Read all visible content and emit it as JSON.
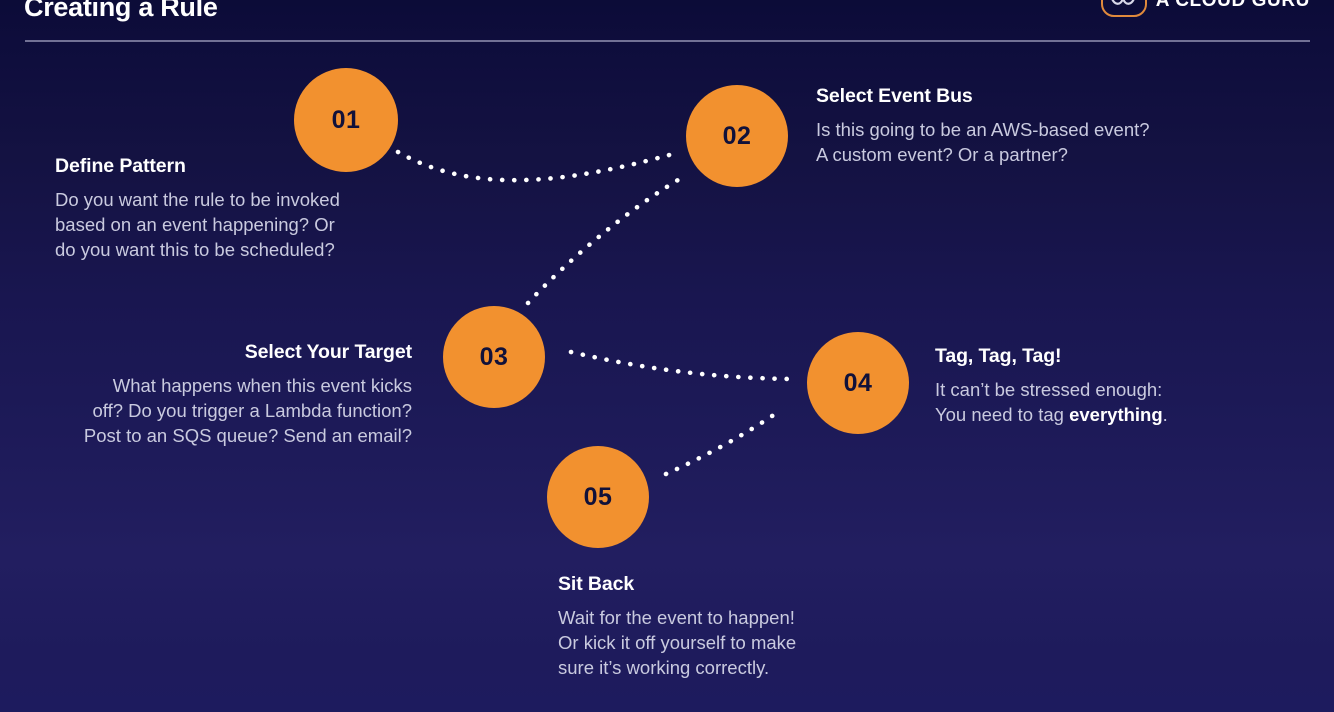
{
  "slide": {
    "title": "Creating a Rule",
    "background_top_color": "#0c0c38",
    "background_bottom_color": "#1d1b5e",
    "accent_color": "#f2912f",
    "body_text_color": "#c9cadf",
    "logo_border_color": "#e08a3c"
  },
  "logo": {
    "text": "A CLOUD GURU",
    "mark_name": "cloud-guru-mustache-icon"
  },
  "steps": [
    {
      "number": "01",
      "title": "Define Pattern",
      "body": "Do you want the rule to be invoked\nbased on an event happening? Or\ndo you want this to be scheduled?",
      "align": "left"
    },
    {
      "number": "02",
      "title": "Select Event Bus",
      "body": "Is this going to be an AWS-based event?\nA custom event? Or a partner?",
      "align": "left"
    },
    {
      "number": "03",
      "title": "Select Your Target",
      "body": "What happens when this event kicks\noff? Do you trigger a Lambda function?\nPost to an SQS queue? Send an email?",
      "align": "right"
    },
    {
      "number": "04",
      "title": "Tag, Tag, Tag!",
      "body_line1": "It can’t be stressed enough:",
      "body_line2_prefix": "You need to tag ",
      "body_line2_emphasis": "everything",
      "body_line2_suffix": ".",
      "align": "left"
    },
    {
      "number": "05",
      "title": "Sit Back",
      "body": "Wait for the event to happen!\nOr kick it off yourself to make\nsure it’s working correctly.",
      "align": "left"
    }
  ]
}
